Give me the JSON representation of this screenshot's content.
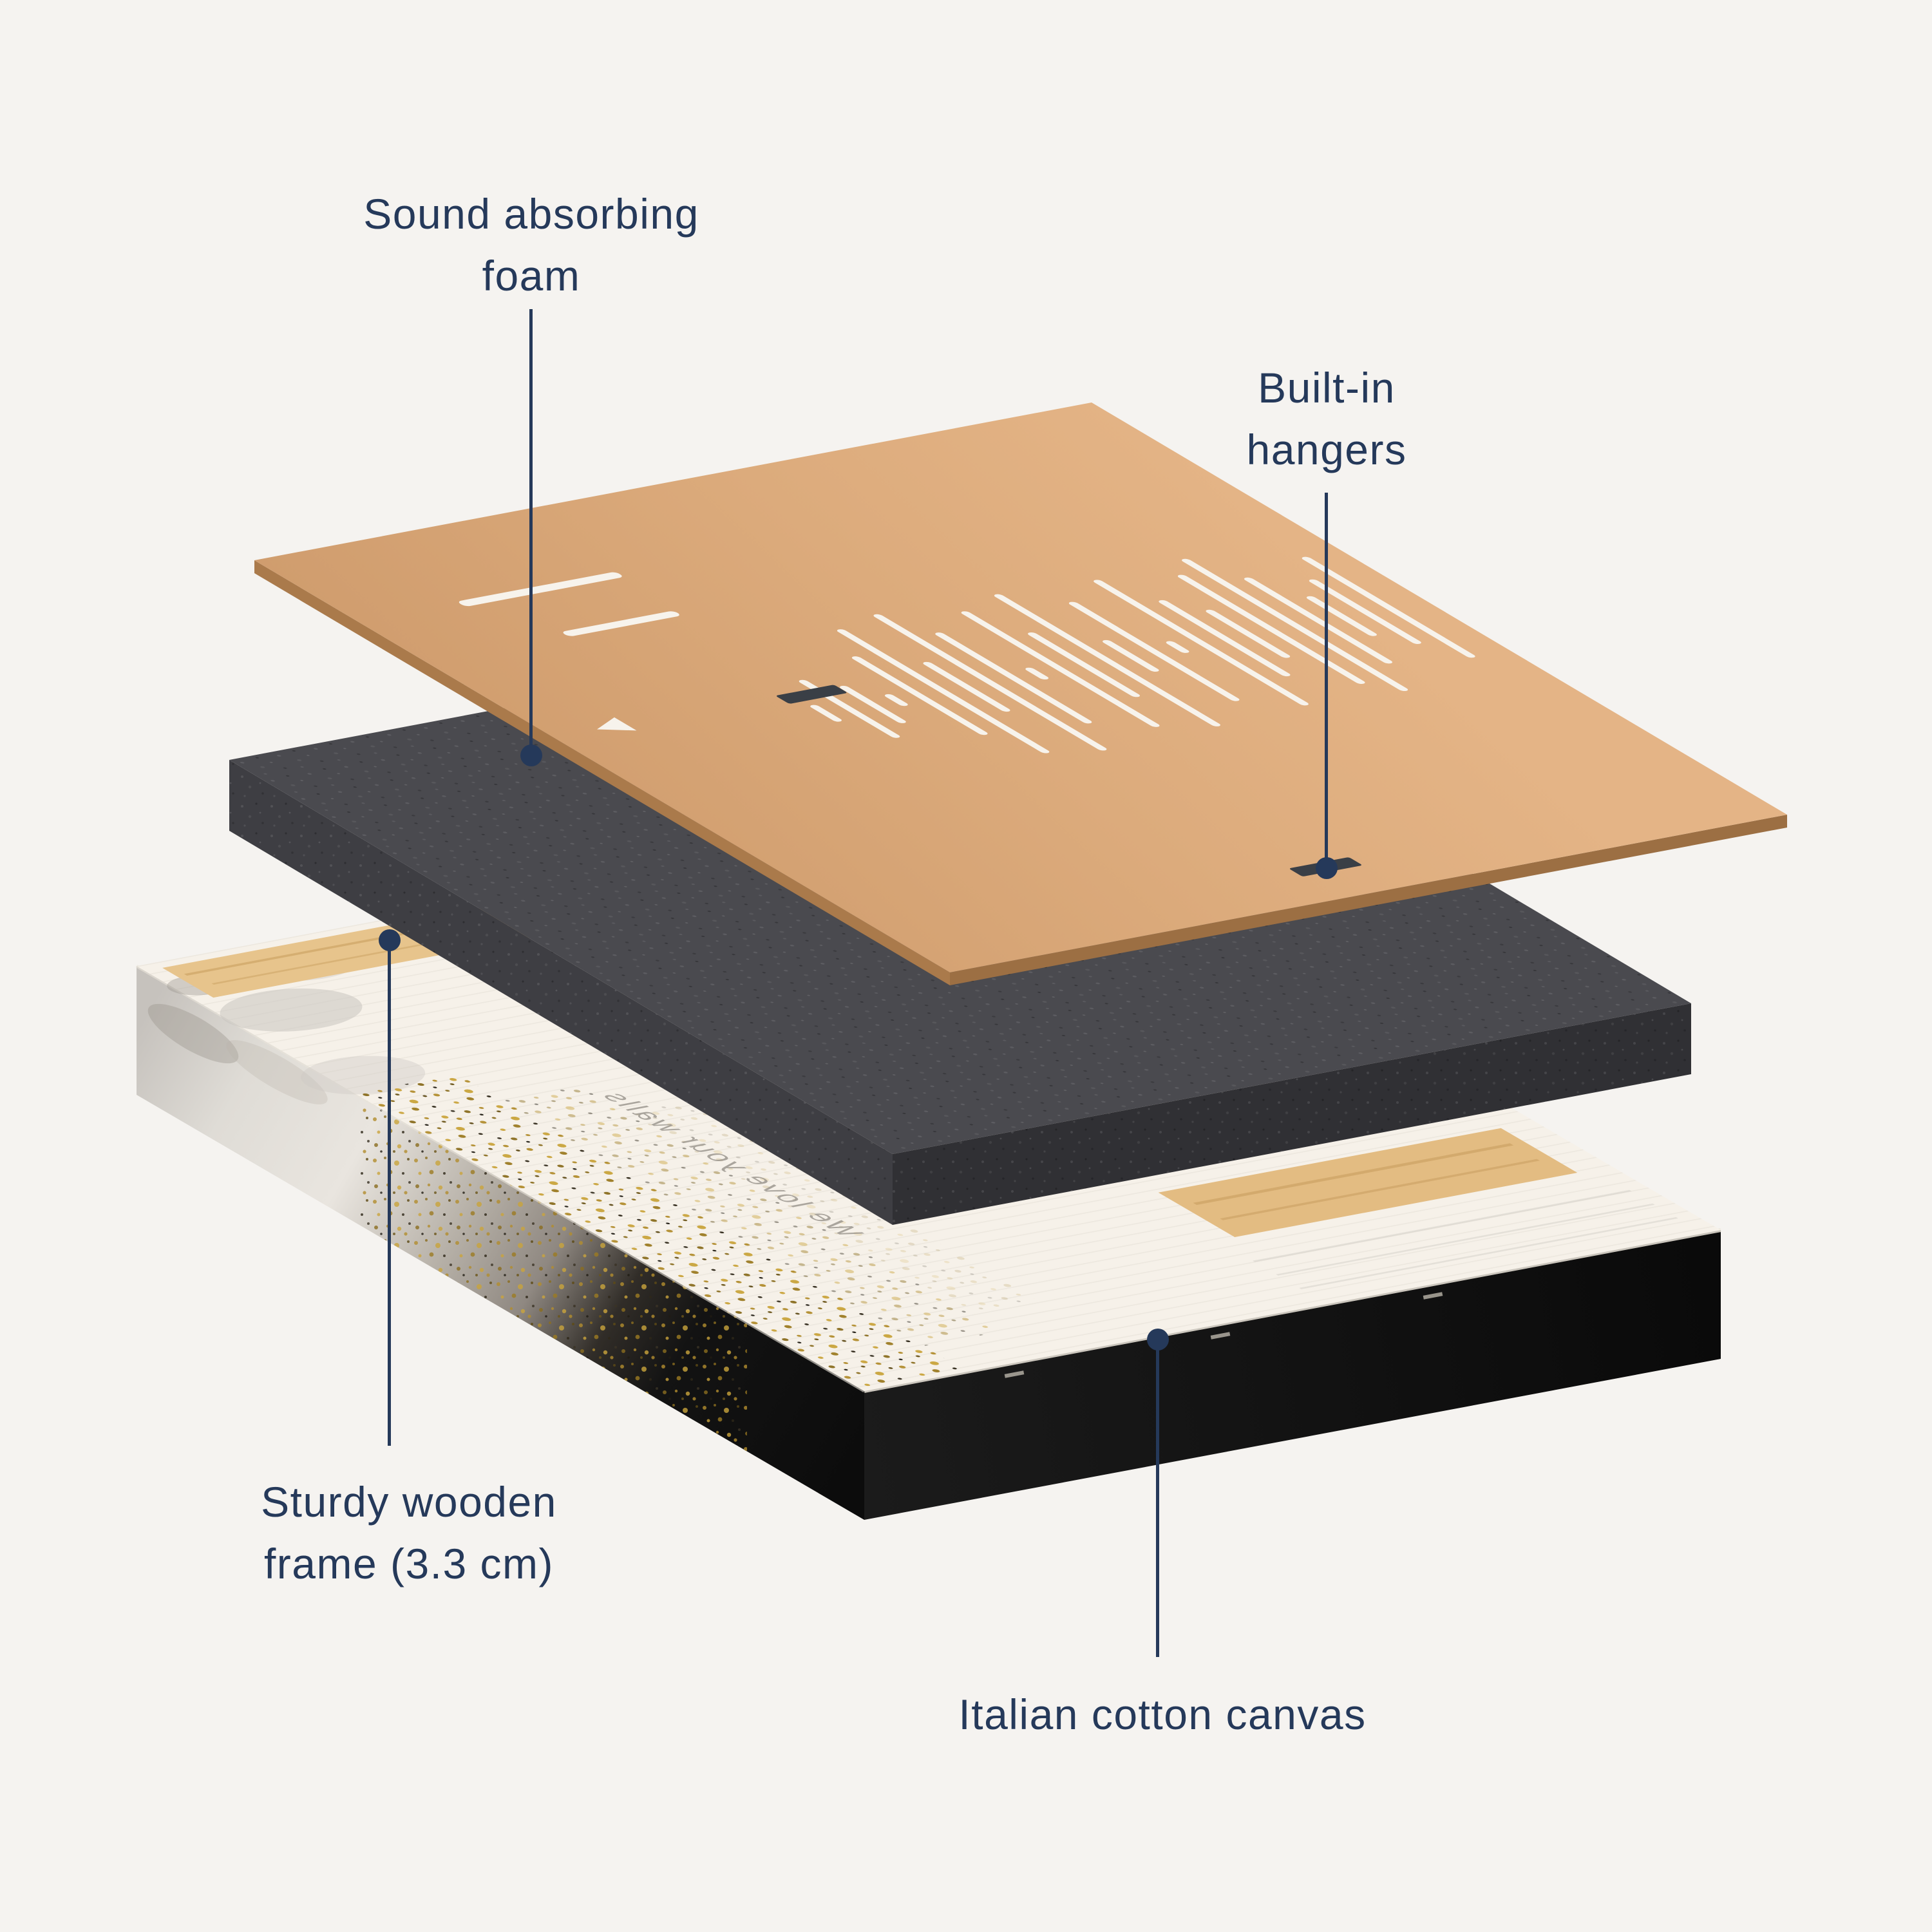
{
  "background_color": "#f5f3f0",
  "text_color": "#25395a",
  "annotations": {
    "foam": {
      "text": "Sound absorbing foam"
    },
    "hangers": {
      "text": "Built-in hangers"
    },
    "frame": {
      "text": "Sturdy wooden frame (3.3 cm)"
    },
    "canvas": {
      "text": "Italian cotton canvas"
    }
  },
  "diagram": {
    "canvas_back_text": "We love your walls",
    "layers": [
      {
        "id": "soundwave-board",
        "color": "#d9a778"
      },
      {
        "id": "acoustic-foam",
        "color": "#4a4a4f"
      },
      {
        "id": "canvas-frame",
        "color": "#f6f1e9",
        "frame_color": "#131313",
        "wood_color": "#e7c48c",
        "gold_color": "#c9a43b"
      }
    ]
  }
}
